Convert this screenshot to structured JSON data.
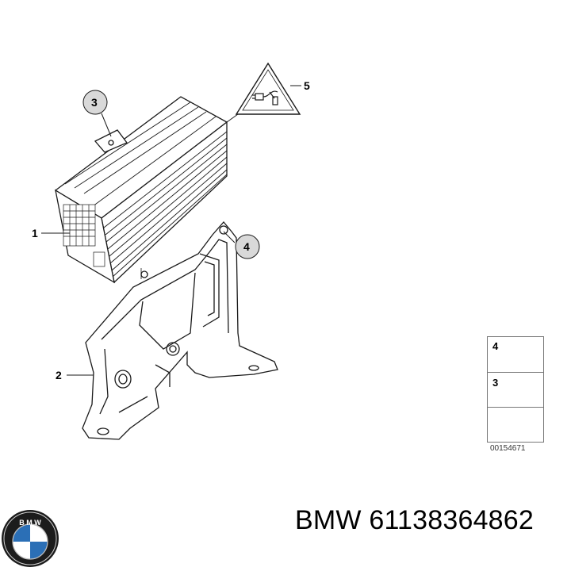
{
  "callouts": {
    "c1": "1",
    "c2": "2",
    "c3": "3",
    "c4": "4",
    "c5": "5"
  },
  "legend": {
    "row1": "4",
    "row2": "3"
  },
  "diagram_id": "00154671",
  "brand": {
    "logo_text": "B M W",
    "part_number": "BMW 61138364862"
  },
  "colors": {
    "line": "#1a1a1a",
    "logo_blue": "#2b6fb6",
    "logo_ring": "#1c1c1c"
  }
}
